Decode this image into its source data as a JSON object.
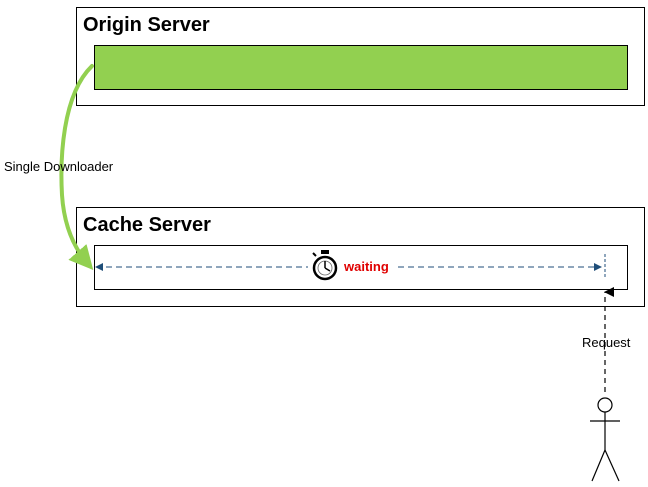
{
  "origin": {
    "title": "Origin Server"
  },
  "cache": {
    "title": "Cache Server",
    "status": "waiting"
  },
  "downloader": {
    "label": "Single Downloader"
  },
  "request": {
    "label": "Request"
  },
  "colors": {
    "origin_fill": "#92d050",
    "downloader_arrow": "#92d050",
    "wait_line": "#1f4e79",
    "waiting_text": "#e00000",
    "request_line": "#000000"
  },
  "icons": {
    "timer": "stopwatch-icon",
    "client": "stick-figure-user-icon"
  }
}
